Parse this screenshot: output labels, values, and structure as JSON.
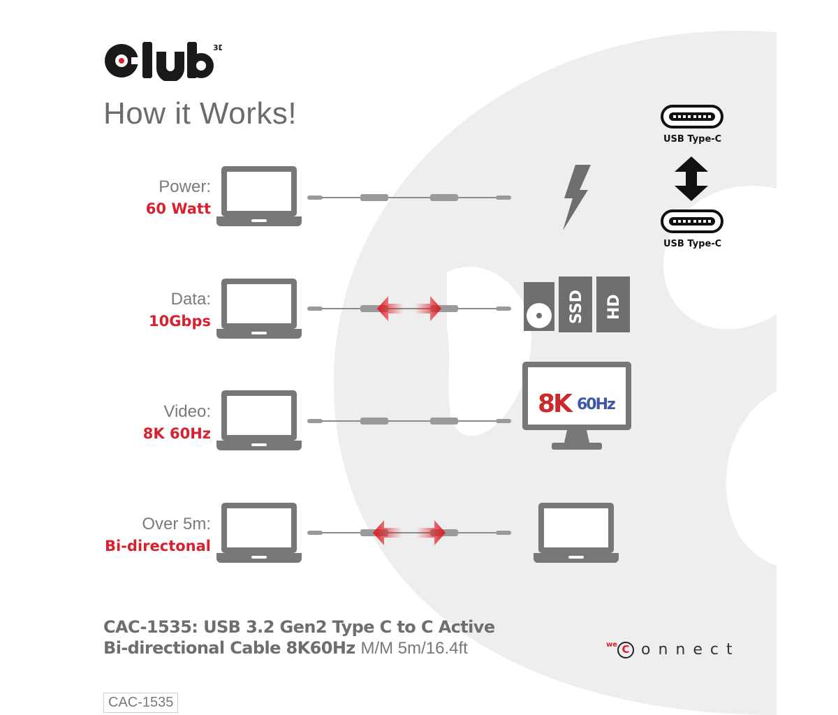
{
  "brand": {
    "name": "Club",
    "superscript": "3D"
  },
  "title": "How it Works!",
  "rows": [
    {
      "label": "Power:",
      "value": "60 Watt",
      "arrows": false
    },
    {
      "label": "Data:",
      "value": "10Gbps",
      "arrows": true
    },
    {
      "label": "Video:",
      "value": "8K 60Hz",
      "arrows": false
    },
    {
      "label": "Over 5m:",
      "value": "Bi-directonal",
      "arrows": true
    }
  ],
  "devices": {
    "ssd_label": "SSD",
    "hd_label": "HD",
    "monitor_text_8k": "8K",
    "monitor_text_60hz": "60Hz"
  },
  "usb_c": {
    "top_label": "USB Type-C",
    "bottom_label": "USB Type-C"
  },
  "product": {
    "line1": "CAC-1535: USB 3.2 Gen2 Type C to C Active",
    "line2_bold": "Bi-directional Cable 8K60Hz",
    "line2_light": "M/M 5m/16.4ft"
  },
  "partner": {
    "prefix": "we",
    "initial": "C",
    "rest": "onnect"
  },
  "sku": "CAC-1535",
  "colors": {
    "accent_red": "#d8202f",
    "gray": "#6e6e6e",
    "bg_mark": "#eeeeee"
  }
}
